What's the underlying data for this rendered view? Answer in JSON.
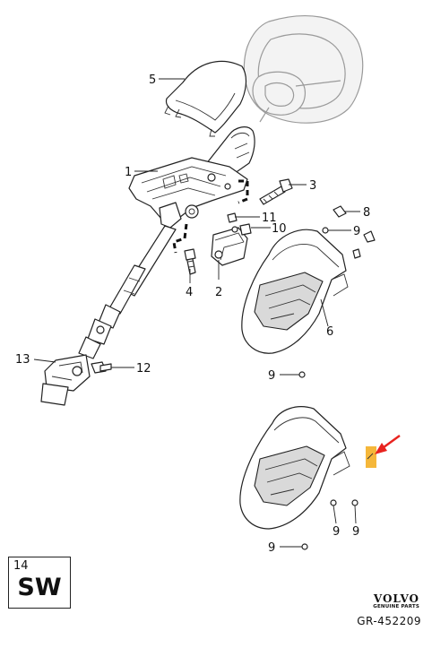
{
  "callouts": {
    "c1": "1",
    "c2": "2",
    "c3": "3",
    "c4": "4",
    "c5": "5",
    "c6": "6",
    "c8": "8",
    "c9": "9",
    "c10": "10",
    "c11": "11",
    "c12": "12",
    "c13": "13"
  },
  "variant_box": {
    "number": "14",
    "label": "SW"
  },
  "brand": {
    "name": "VOLVO",
    "sub": "GENUINE PARTS"
  },
  "reference": "GR-452209",
  "colors": {
    "line": "#222222",
    "ghost": "#9a9a9a",
    "highlight": "#f5b73a",
    "arrow": "#e8231f"
  }
}
